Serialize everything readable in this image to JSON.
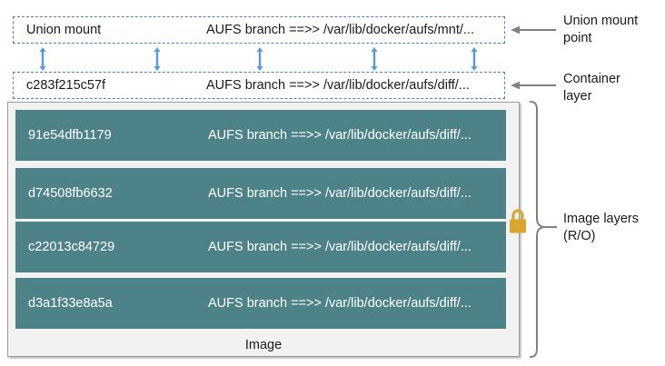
{
  "diagram": {
    "title": "Docker AUFS storage driver layer diagram",
    "colors": {
      "layer_fill": "#4d8289",
      "dashed_border": "#4f7fc4",
      "arrow_blue": "#5b9bd5",
      "connector_grey": "#808080",
      "lock_gold": "#d9a62e",
      "panel_grey": "#f2f2f2"
    },
    "union_mount": {
      "id": "Union mount",
      "branch": "AUFS branch ==>> /var/lib/docker/aufs/mnt/..."
    },
    "container_layer": {
      "id": "c283f215c57f",
      "branch": "AUFS branch ==>> /var/lib/docker/aufs/diff/..."
    },
    "image_layers": [
      {
        "id": "91e54dfb1179",
        "branch": "AUFS branch ==>> /var/lib/docker/aufs/diff/..."
      },
      {
        "id": "d74508fb6632",
        "branch": "AUFS branch ==>> /var/lib/docker/aufs/diff/..."
      },
      {
        "id": "c22013c84729",
        "branch": "AUFS branch ==>> /var/lib/docker/aufs/diff/..."
      },
      {
        "id": "d3a1f33e8a5a",
        "branch": "AUFS branch ==>> /var/lib/docker/aufs/diff/..."
      }
    ],
    "image_caption": "Image",
    "callouts": {
      "union_mount": "Union mount\npoint",
      "container_layer": "Container\nlayer",
      "image_layers": "Image layers\n(R/O)"
    },
    "icons": {
      "lock": "lock-icon"
    }
  }
}
